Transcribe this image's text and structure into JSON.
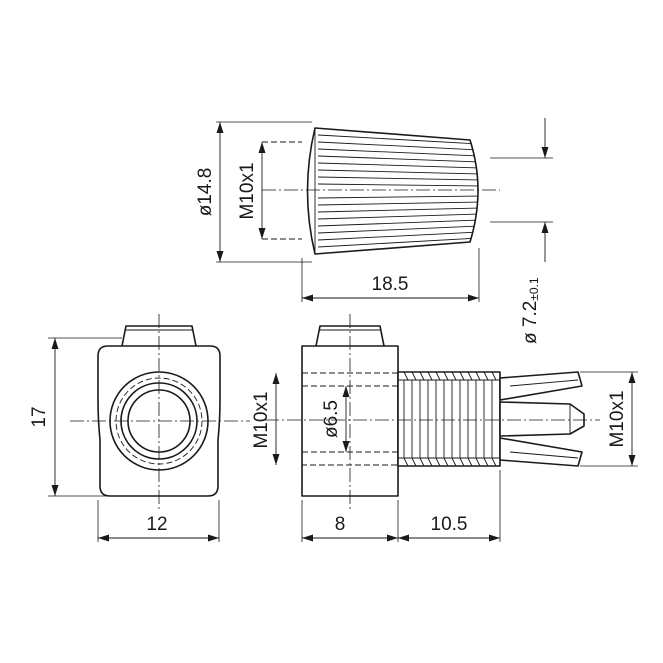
{
  "dimensions": {
    "cap_diameter": "ø14.8",
    "cap_thread": "M10x1",
    "cap_length": "18.5",
    "cap_hole": "ø 7.2",
    "cap_hole_tolerance": "±0.1",
    "body_height": "17",
    "body_width": "12",
    "body_thread": "M10x1",
    "body_bore": "ø6.5",
    "body_length": "8",
    "thread_length": "10.5",
    "end_thread": "M10x1"
  }
}
